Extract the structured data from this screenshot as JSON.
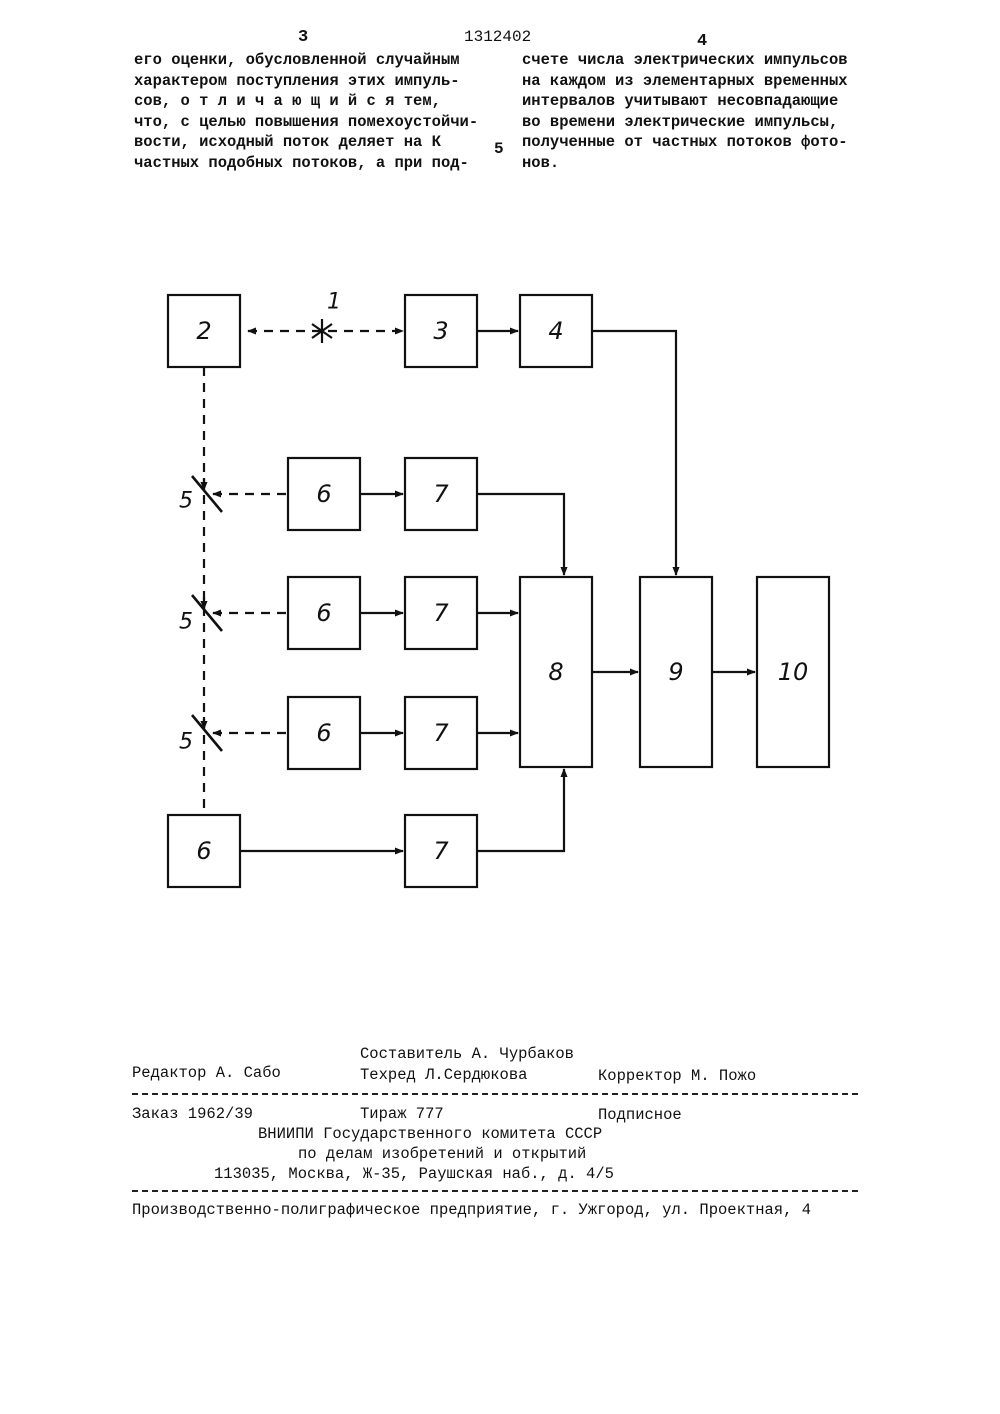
{
  "header": {
    "page_left": "3",
    "patent_number": "1312402",
    "page_right": "4",
    "line_marker": "5"
  },
  "text": {
    "left_column": [
      "его оценки, обусловленной случайным",
      "характером поступления этих импуль-",
      "сов, о т л и ч а ю щ и й с я тем,",
      "что, с целью повышения помехоустойчи-",
      "вости, исходный поток деляет на К",
      "частных подобных потоков, а при под-"
    ],
    "right_column": [
      "счете числа электрических импульсов",
      "на каждом из элементарных временных",
      "интервалов учитывают несовпадающие",
      "во времени электрические импульсы,",
      "полученные от частных потоков фото-",
      "нов."
    ]
  },
  "diagram": {
    "blocks": {
      "b2": "2",
      "b3": "3",
      "b4": "4",
      "b6a": "6",
      "b7a": "7",
      "b6b": "6",
      "b7b": "7",
      "b6c": "6",
      "b7c": "7",
      "b6d": "6",
      "b7d": "7",
      "b8": "8",
      "b9": "9",
      "b10": "10"
    },
    "element_labels": {
      "star": "1",
      "split_a": "5",
      "split_b": "5",
      "split_c": "5"
    },
    "color": "#111111"
  },
  "imprint": {
    "compiler": "Составитель А. Чурбаков",
    "editor": "Редактор А. Сабо",
    "techred": "Техред Л.Сердюкова",
    "corrector": "Корректор  М. Пожо",
    "order": "Заказ 1962/39",
    "circulation": "Тираж 777",
    "subscription": "Подписное",
    "org_line1": "ВНИИПИ Государственного комитета СССР",
    "org_line2": "по делам изобретений и открытий",
    "address": "113035, Москва, Ж-35, Раушская наб., д. 4/5",
    "printer": "Производственно-полиграфическое предприятие, г. Ужгород, ул. Проектная, 4"
  }
}
